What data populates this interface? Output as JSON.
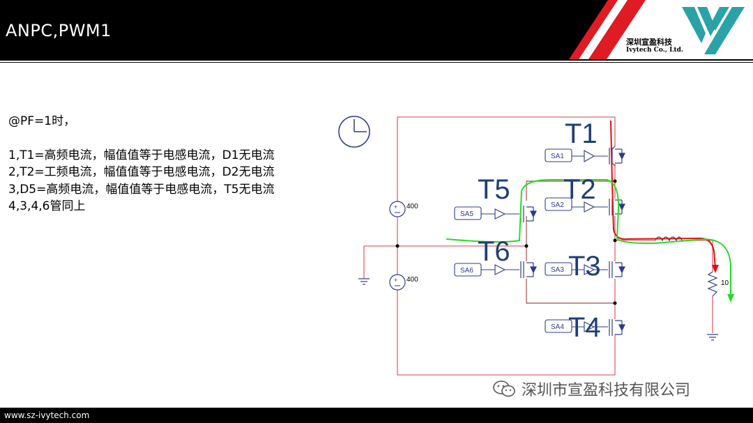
{
  "header": {
    "title": "ANPC,PWM1",
    "company_cn": "深圳宣盈科技",
    "company_en": "Ivytech Co., Ltd."
  },
  "body": {
    "lines": [
      "@PF=1时，",
      "1,T1=高频电流，幅值值等于电感电流，D1无电流",
      "2,T2=工频电流，幅值值等于电感电流，D2无电流",
      "3,D5=高频电流，幅值值等于电感电流，T5无电流",
      "4,3,4,6管同上"
    ]
  },
  "circuit": {
    "labels": {
      "t1": "T1",
      "t2": "T2",
      "t3": "T3",
      "t4": "T4",
      "t5": "T5",
      "t6": "T6"
    },
    "sources": {
      "sa1": "SA1",
      "sa2": "SA2",
      "sa3": "SA3",
      "sa4": "SA4",
      "sa5": "SA5",
      "sa6": "SA6"
    },
    "voltage_top": "400",
    "voltage_bottom": "400",
    "resistor": "10",
    "colors": {
      "wire": "#e06070",
      "component": "#2d3b8a",
      "label": "#1f3f73",
      "path_red": "#dd1111",
      "path_green": "#22dd22",
      "accent_red": "#e01b24",
      "logo_teal": "#2aa2a8"
    }
  },
  "watermark": "深圳市宣盈科技有限公司",
  "footer": {
    "url": "www.sz-ivytech.com"
  }
}
